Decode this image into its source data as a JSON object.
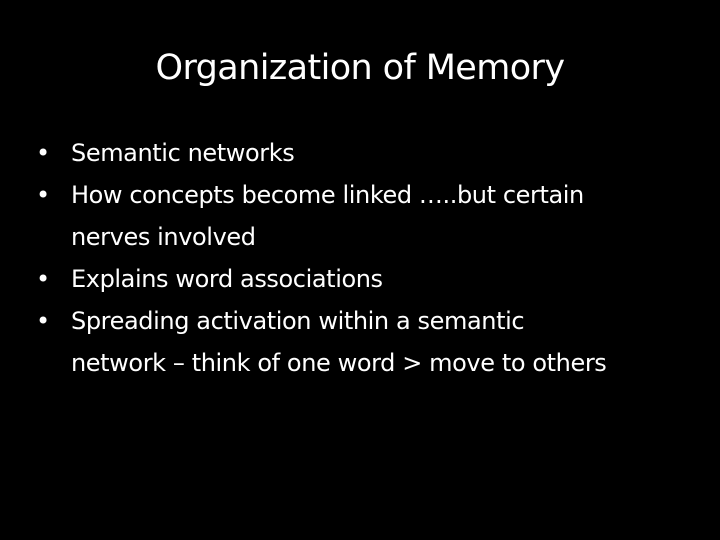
{
  "slide": {
    "title": "Organization of Memory",
    "bullet_glyph": "•",
    "bullets": [
      {
        "lines": [
          "Semantic networks"
        ]
      },
      {
        "lines": [
          "How concepts become linked …..but certain",
          "nerves involved"
        ]
      },
      {
        "lines": [
          "Explains word associations"
        ]
      },
      {
        "lines": [
          "Spreading activation within a semantic",
          "network – think of one word > move to others"
        ]
      }
    ]
  },
  "colors": {
    "background": "#000000",
    "text": "#ffffff"
  }
}
